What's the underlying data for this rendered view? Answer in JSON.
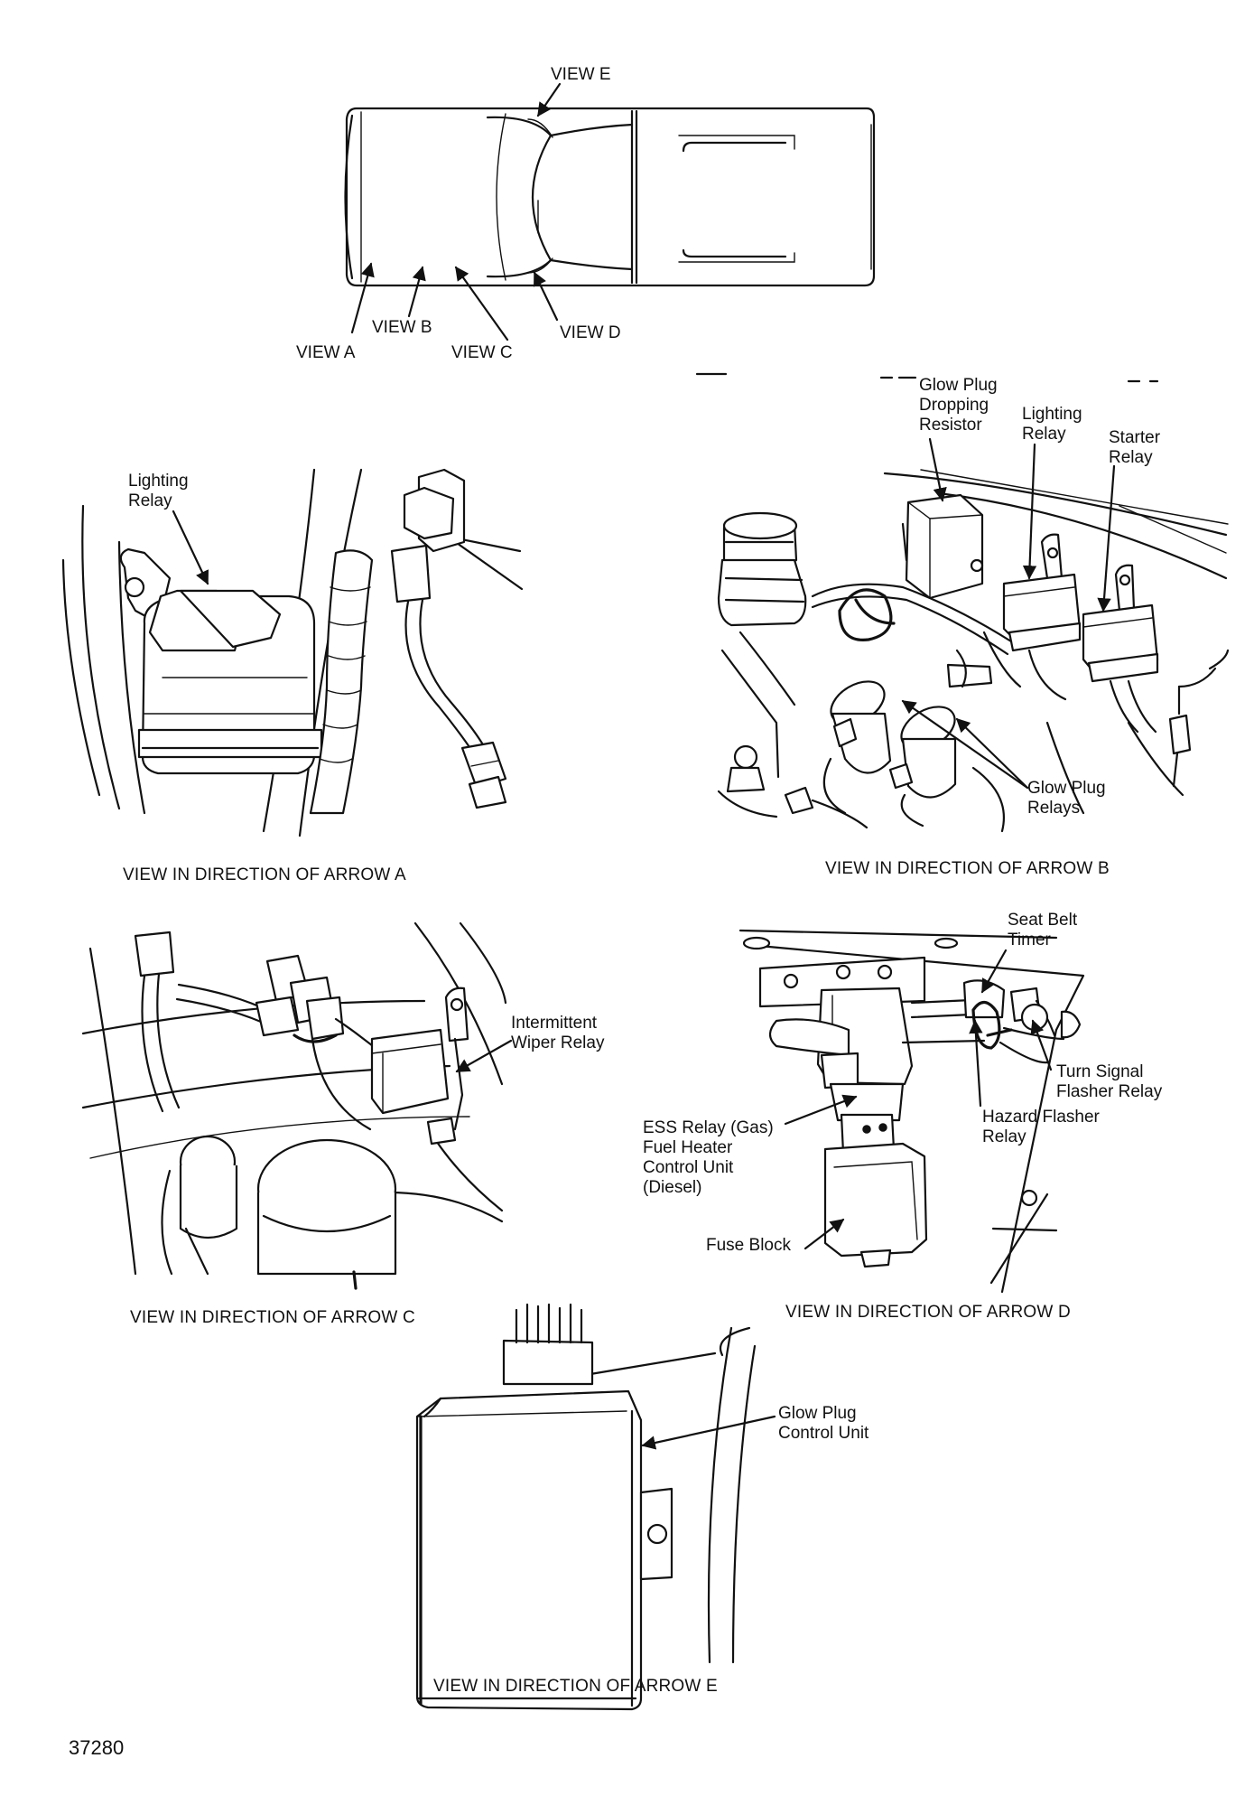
{
  "truck_view": {
    "labels": {
      "view_e": "VIEW E",
      "view_a": "VIEW A",
      "view_b": "VIEW B",
      "view_c": "VIEW C",
      "view_d": "VIEW D"
    }
  },
  "panel_a": {
    "caption": "VIEW IN DIRECTION OF ARROW A",
    "labels": {
      "lighting_relay": "Lighting\nRelay"
    }
  },
  "panel_b": {
    "caption": "VIEW IN DIRECTION OF ARROW B",
    "labels": {
      "glow_plug_dropping_resistor": "Glow Plug\nDropping\nResistor",
      "lighting_relay": "Lighting\nRelay",
      "starter_relay": "Starter\nRelay",
      "glow_plug_relays": "Glow Plug\nRelays"
    }
  },
  "panel_c": {
    "caption": "VIEW IN DIRECTION OF ARROW C",
    "labels": {
      "intermittent_wiper_relay": "Intermittent\nWiper Relay"
    }
  },
  "panel_d": {
    "caption": "VIEW IN DIRECTION OF ARROW D",
    "labels": {
      "seat_belt_timer": "Seat Belt\nTimer",
      "turn_signal_flasher_relay": "Turn Signal\nFlasher Relay",
      "hazard_flasher_relay": "Hazard Flasher\nRelay",
      "ess_relay": "ESS Relay (Gas)\nFuel Heater\nControl Unit\n(Diesel)",
      "fuse_block": "Fuse Block"
    }
  },
  "panel_e": {
    "caption": "VIEW IN DIRECTION OF ARROW E",
    "labels": {
      "glow_plug_control_unit": "Glow Plug\nControl Unit"
    }
  },
  "figure_number": "37280"
}
